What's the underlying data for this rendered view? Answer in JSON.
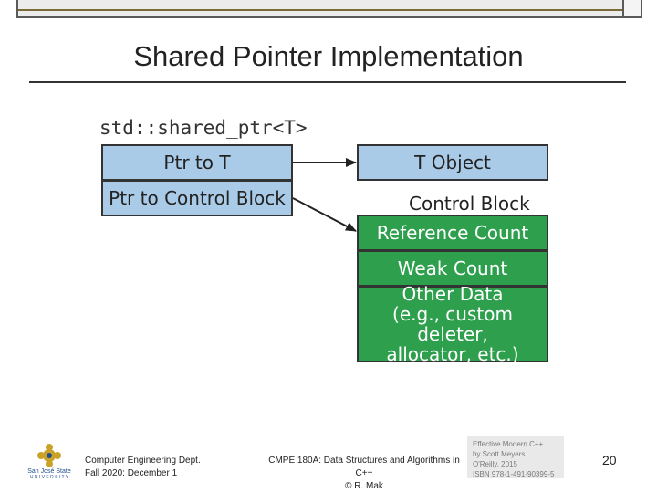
{
  "slide": {
    "title": "Shared Pointer Implementation"
  },
  "diagram": {
    "type_label": "std::shared_ptr<T>",
    "ptr_to_t": "Ptr to T",
    "ptr_to_control_block": "Ptr to Control Block",
    "t_object": "T Object",
    "control_block_label": "Control Block",
    "reference_count": "Reference Count",
    "weak_count": "Weak Count",
    "other_data_line1": "Other Data",
    "other_data_line2": "(e.g., custom deleter,",
    "other_data_line3": "allocator, etc.)",
    "colors": {
      "blue_box": "#a9cbe7",
      "green_box": "#2ea04d"
    }
  },
  "footer": {
    "logo_text_line1": "San José State",
    "logo_text_line2": "U N I V E R S I T Y",
    "dept": "Computer Engineering Dept.",
    "date": "Fall 2020: December 1",
    "course": "CMPE 180A: Data Structures and Algorithms in C++",
    "author": "© R. Mak",
    "book_line1": "Effective Modern C++",
    "book_line2": "by Scott Meyers",
    "book_line3": "O'Reilly, 2015",
    "book_line4": "ISBN 978-1-491-90399-5",
    "page_number": "20"
  }
}
